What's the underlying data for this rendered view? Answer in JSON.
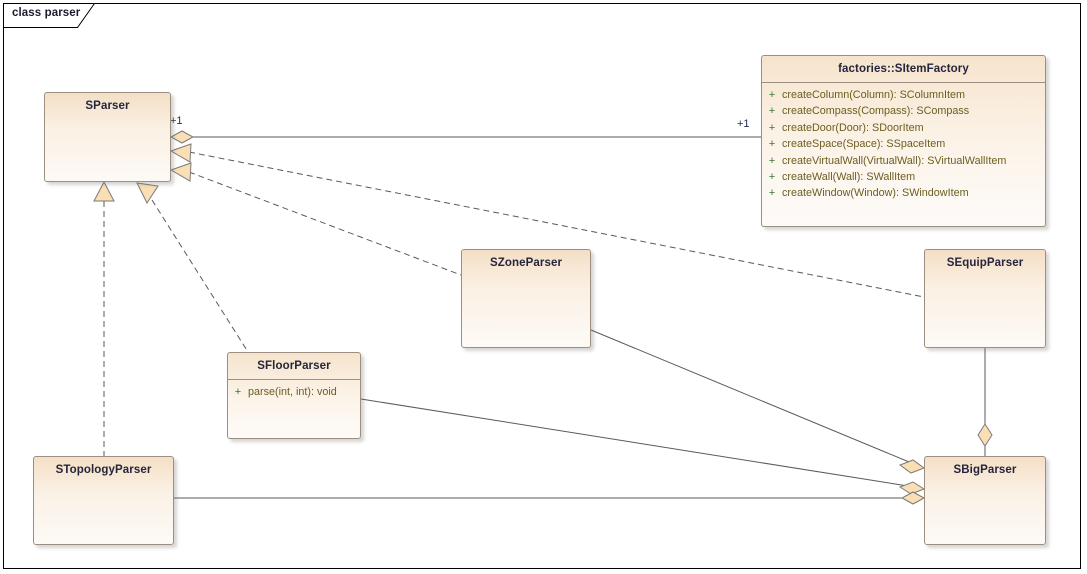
{
  "diagram": {
    "frame_label": "class parser",
    "title": "class parser",
    "colors": {
      "class_fill_top": "#f4dfc6",
      "class_fill_bottom": "#fdfaf6",
      "class_border": "#9c8f82",
      "connector": "#5a5a5a",
      "arrowhead_fill": "#fadfb4",
      "class_name_text": "#25253c",
      "member_text": "#6b5e1f",
      "visibility_text": "#2f7a2f",
      "frame_border": "#000000"
    }
  },
  "classes": [
    {
      "id": "factory",
      "name": "factories::SItemFactory",
      "stereotype": "",
      "operations": [
        {
          "visibility": "+",
          "signature": "createColumn(Column): SColumnItem"
        },
        {
          "visibility": "+",
          "signature": "createCompass(Compass): SCompass"
        },
        {
          "visibility": "+",
          "signature": "createDoor(Door): SDoorItem"
        },
        {
          "visibility": "+",
          "signature": "createSpace(Space): SSpaceItem"
        },
        {
          "visibility": "+",
          "signature": "createVirtualWall(VirtualWall): SVirtualWallItem"
        },
        {
          "visibility": "+",
          "signature": "createWall(Wall): SWallItem"
        },
        {
          "visibility": "+",
          "signature": "createWindow(Window): SWindowItem"
        }
      ]
    },
    {
      "id": "sparser",
      "name": "SParser",
      "operations": []
    },
    {
      "id": "zone",
      "name": "SZoneParser",
      "operations": []
    },
    {
      "id": "equip",
      "name": "SEquipParser",
      "operations": []
    },
    {
      "id": "floor",
      "name": "SFloorParser",
      "operations": [
        {
          "visibility": "+",
          "signature": "parse(int, int): void"
        }
      ]
    },
    {
      "id": "topology",
      "name": "STopologyParser",
      "operations": []
    },
    {
      "id": "big",
      "name": "SBigParser",
      "operations": []
    }
  ],
  "multiplicities": {
    "sparser_end": "+1",
    "factory_end": "+1"
  },
  "relationships": [
    {
      "from": "SParser",
      "to": "factories::SItemFactory",
      "type": "aggregation",
      "source_multiplicity": "+1",
      "target_multiplicity": "+1"
    },
    {
      "from": "SEquipParser",
      "to": "SParser",
      "type": "realization"
    },
    {
      "from": "SZoneParser",
      "to": "SParser",
      "type": "realization"
    },
    {
      "from": "SFloorParser",
      "to": "SParser",
      "type": "realization"
    },
    {
      "from": "STopologyParser",
      "to": "SParser",
      "type": "realization"
    },
    {
      "from": "SBigParser",
      "to": "SEquipParser",
      "type": "aggregation"
    },
    {
      "from": "SBigParser",
      "to": "SZoneParser",
      "type": "aggregation"
    },
    {
      "from": "SBigParser",
      "to": "SFloorParser",
      "type": "aggregation"
    },
    {
      "from": "SBigParser",
      "to": "STopologyParser",
      "type": "aggregation"
    }
  ]
}
